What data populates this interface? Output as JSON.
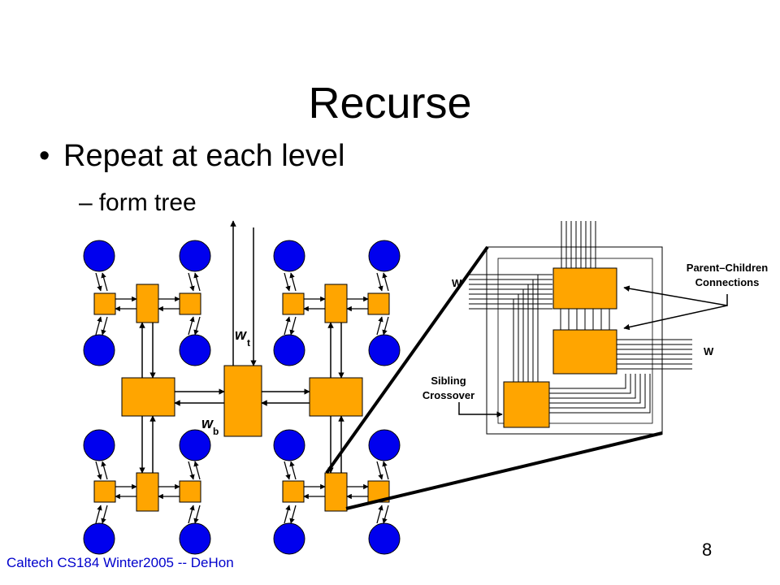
{
  "slide": {
    "title": "Recurse",
    "bullet": "Repeat at each level",
    "subbullet": "form tree",
    "subbullet_dash": "–",
    "footer": "Caltech CS184 Winter2005 -- DeHon",
    "page_number": "8"
  },
  "diagram_labels": {
    "wt": "w",
    "wt_sub": "t",
    "wb": "w",
    "wb_sub": "b",
    "zoom_w_left": "W",
    "zoom_w_right": "W",
    "parent_children_line1": "Parent–Children",
    "parent_children_line2": "Connections",
    "sibling_line1": "Sibling",
    "sibling_line2": "Crossover"
  },
  "colors": {
    "node_blue": "#0000ee",
    "switch_orange": "#ffa500",
    "footer_blue": "#0000cc"
  }
}
